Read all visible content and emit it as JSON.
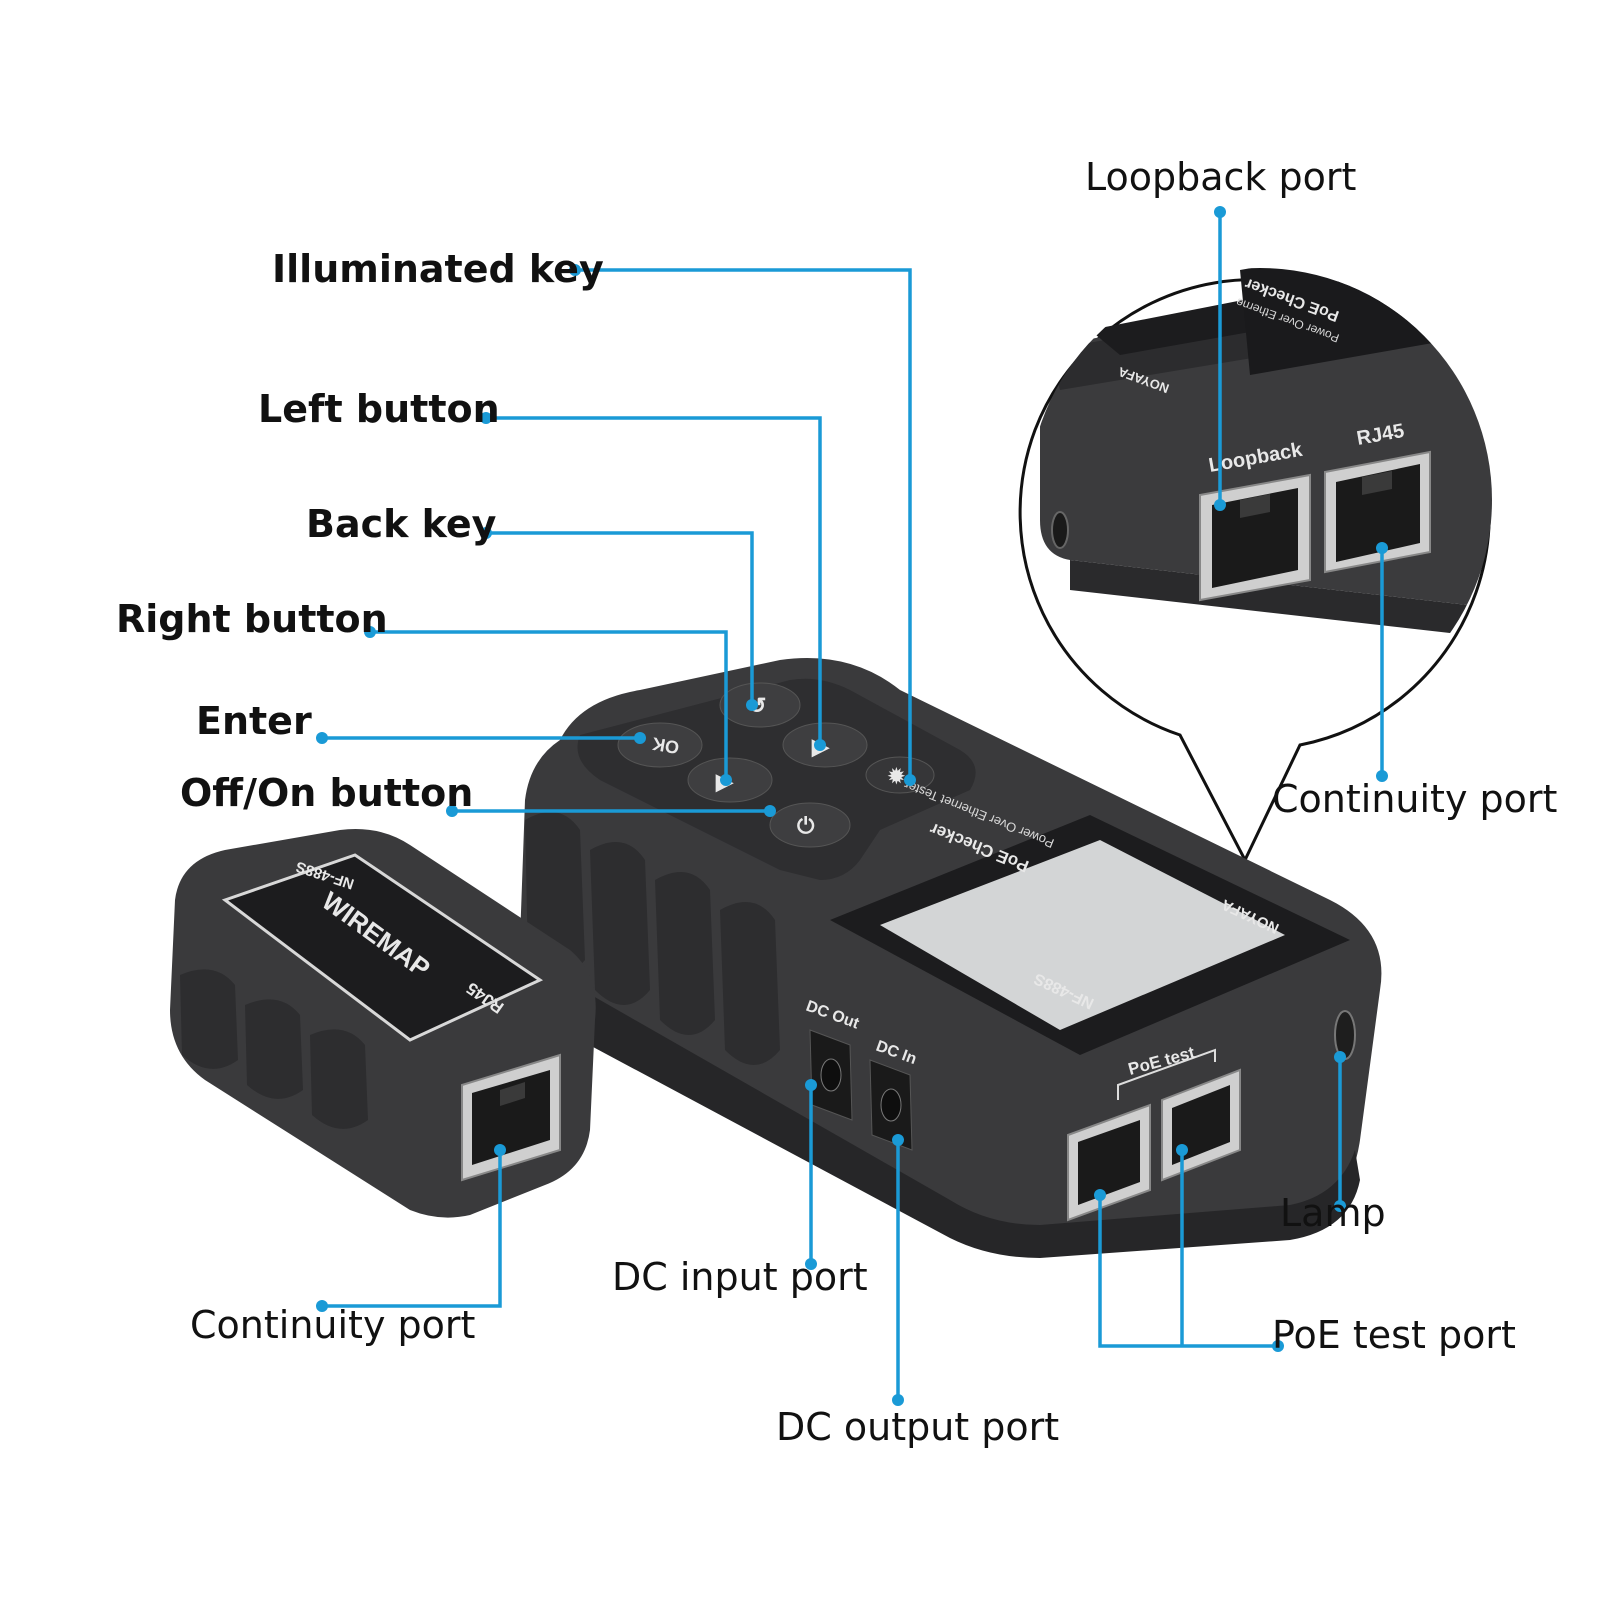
{
  "colors": {
    "leader": "#1a9ad6",
    "device_body": "#3b3b3d",
    "device_dark": "#2a2a2c",
    "screen": "#d3d5d6",
    "port_metal": "#c9c9c9"
  },
  "callouts": {
    "illuminated_key": "Illuminated key",
    "left_button": "Left button",
    "back_key": "Back key",
    "right_button": "Right button",
    "enter": "Enter",
    "off_on_button": "Off/On button",
    "loopback_port": "Loopback port",
    "continuity_port_main": "Continuity port",
    "continuity_port_remote": "Continuity port",
    "dc_input_port": "DC input port",
    "dc_output_port": "DC output port",
    "poe_test_port": "PoE test port",
    "lamp": "Lamp"
  },
  "device_labels": {
    "remote_model": "NF-488S",
    "remote_name": "WIREMAP",
    "remote_port": "RJ45",
    "brand": "NOYAFA",
    "main_model": "NF-488S",
    "main_title": "PoE Checker",
    "main_subtitle": "Power Over Ethernet Tester",
    "dc_out": "DC Out",
    "dc_in": "DC In",
    "poe_test": "PoE test",
    "ok_key": "OK",
    "zoom_loopback": "Loopback",
    "zoom_rj45": "RJ45",
    "zoom_title": "PoE Checker",
    "zoom_subtitle": "Power Over Etherne",
    "zoom_brand": "NOYAFA"
  }
}
